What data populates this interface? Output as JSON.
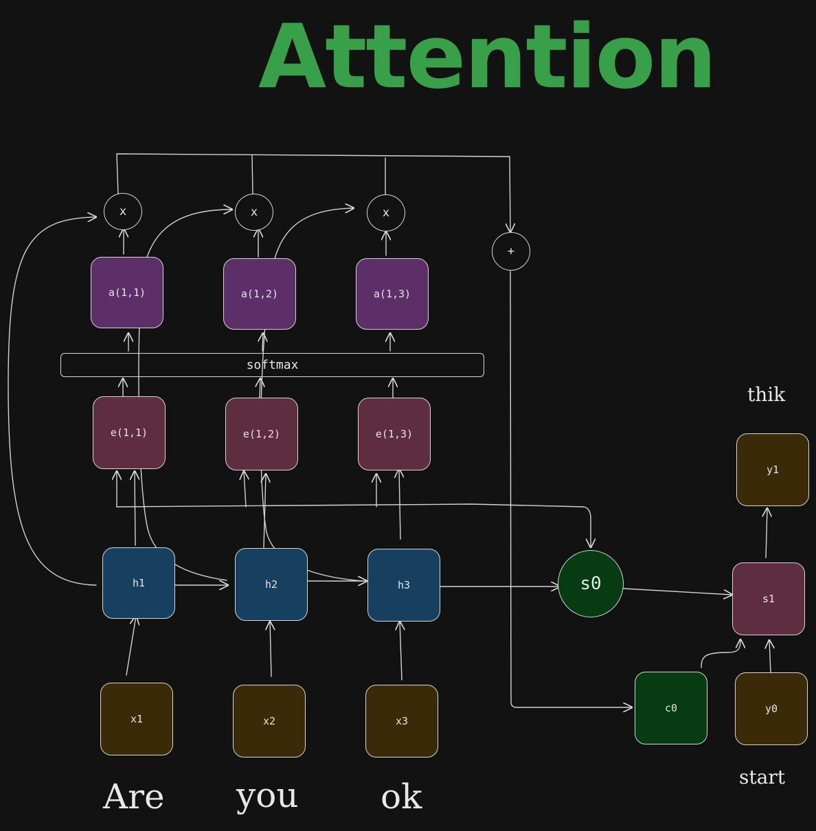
{
  "title": "Attention",
  "inputs": [
    "x1",
    "x2",
    "x3"
  ],
  "hidden": [
    "h1",
    "h2",
    "h3"
  ],
  "energies": [
    "e(1,1)",
    "e(1,2)",
    "e(1,3)"
  ],
  "attentions": [
    "a(1,1)",
    "a(1,2)",
    "a(1,3)"
  ],
  "multiply_symbol": "x",
  "sum_symbol": "+",
  "softmax_label": "softmax",
  "decoder": {
    "s0": "s0",
    "s1": "s1",
    "c0": "c0",
    "y0": "y0",
    "y1": "y1"
  },
  "words": {
    "w1": "Are",
    "w2": "you",
    "w3": "ok",
    "start": "start",
    "output": "thik"
  },
  "colors": {
    "input": "#3a2a08",
    "hidden": "#174060",
    "energy": "#5e2d40",
    "attention": "#5c2f68",
    "context": "#073b12",
    "title": "#38a048"
  }
}
